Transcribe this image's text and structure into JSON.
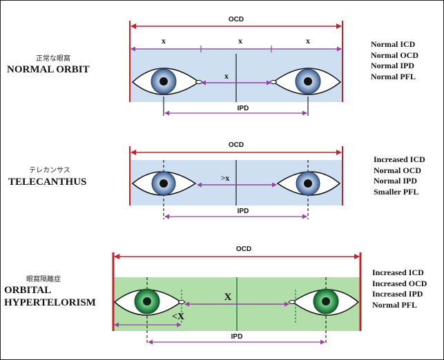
{
  "panels": [
    {
      "jp_label": "正常な眼窩",
      "title": "NORMAL ORBIT",
      "ocd": "OCD",
      "ipd": "IPD",
      "x_top": [
        "x",
        "x",
        "x"
      ],
      "x_mid": "x",
      "notes": [
        "Normal ICD",
        "Normal OCD",
        "Normal IPD",
        "Normal PFL"
      ]
    },
    {
      "jp_label": "テレカンサス",
      "title": "TELECANTHUS",
      "ocd": "OCD",
      "ipd": "IPD",
      "x_mid": ">x",
      "notes": [
        "Increased ICD",
        "Normal OCD",
        "Normal IPD",
        "Smaller PFL"
      ]
    },
    {
      "jp_label": "眼窩隔離症",
      "title_lines": [
        "ORBITAL",
        "HYPERTELORISM"
      ],
      "ocd": "OCD",
      "ipd": "IPD",
      "x_mid": "X",
      "x_small": "<X",
      "notes": [
        "Increased ICD",
        "Increased OCD",
        "Increased IPD",
        "Normal PFL"
      ]
    }
  ],
  "colors": {
    "panel_blue": "#cfdff2",
    "panel_green": "#b2dfa9",
    "ocd_red": "#c8202a",
    "dim_purple": "#9b3fa6",
    "iris_blue": "#5f84b2",
    "iris_green": "#1f8a48"
  }
}
